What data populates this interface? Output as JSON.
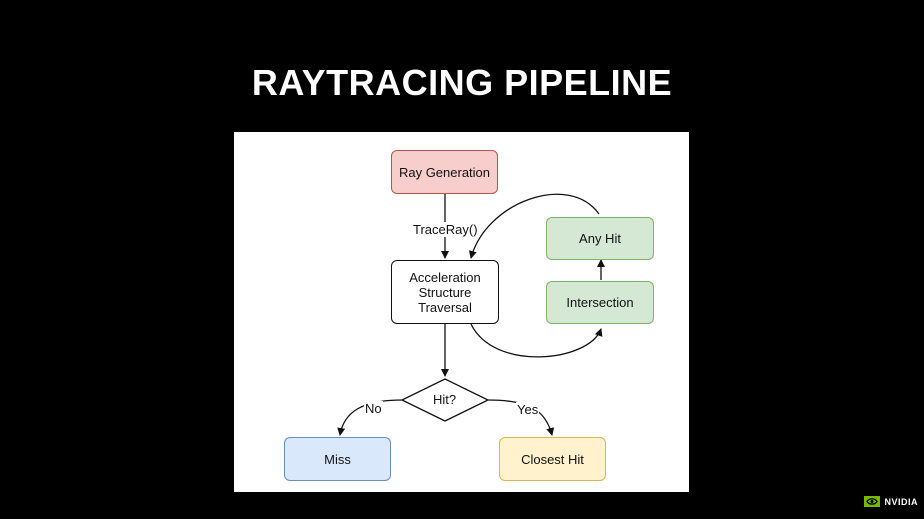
{
  "slide": {
    "title": "RAYTRACING PIPELINE"
  },
  "diagram": {
    "nodes": {
      "ray_generation": "Ray Generation",
      "acceleration": "Acceleration\nStructure\nTraversal",
      "any_hit": "Any Hit",
      "intersection": "Intersection",
      "hit_decision": "Hit?",
      "miss": "Miss",
      "closest_hit": "Closest Hit"
    },
    "edge_labels": {
      "trace_ray": "TraceRay()",
      "no": "No",
      "yes": "Yes"
    },
    "colors": {
      "ray_generation_fill": "#f8cecc",
      "ray_generation_border": "#b85450",
      "green_fill": "#d5e8d4",
      "green_border": "#82b366",
      "miss_fill": "#dae8fc",
      "miss_border": "#6c8ebf",
      "closest_fill": "#fff2cc",
      "closest_border": "#d6b656"
    }
  },
  "logo": {
    "text": "NVIDIA"
  }
}
